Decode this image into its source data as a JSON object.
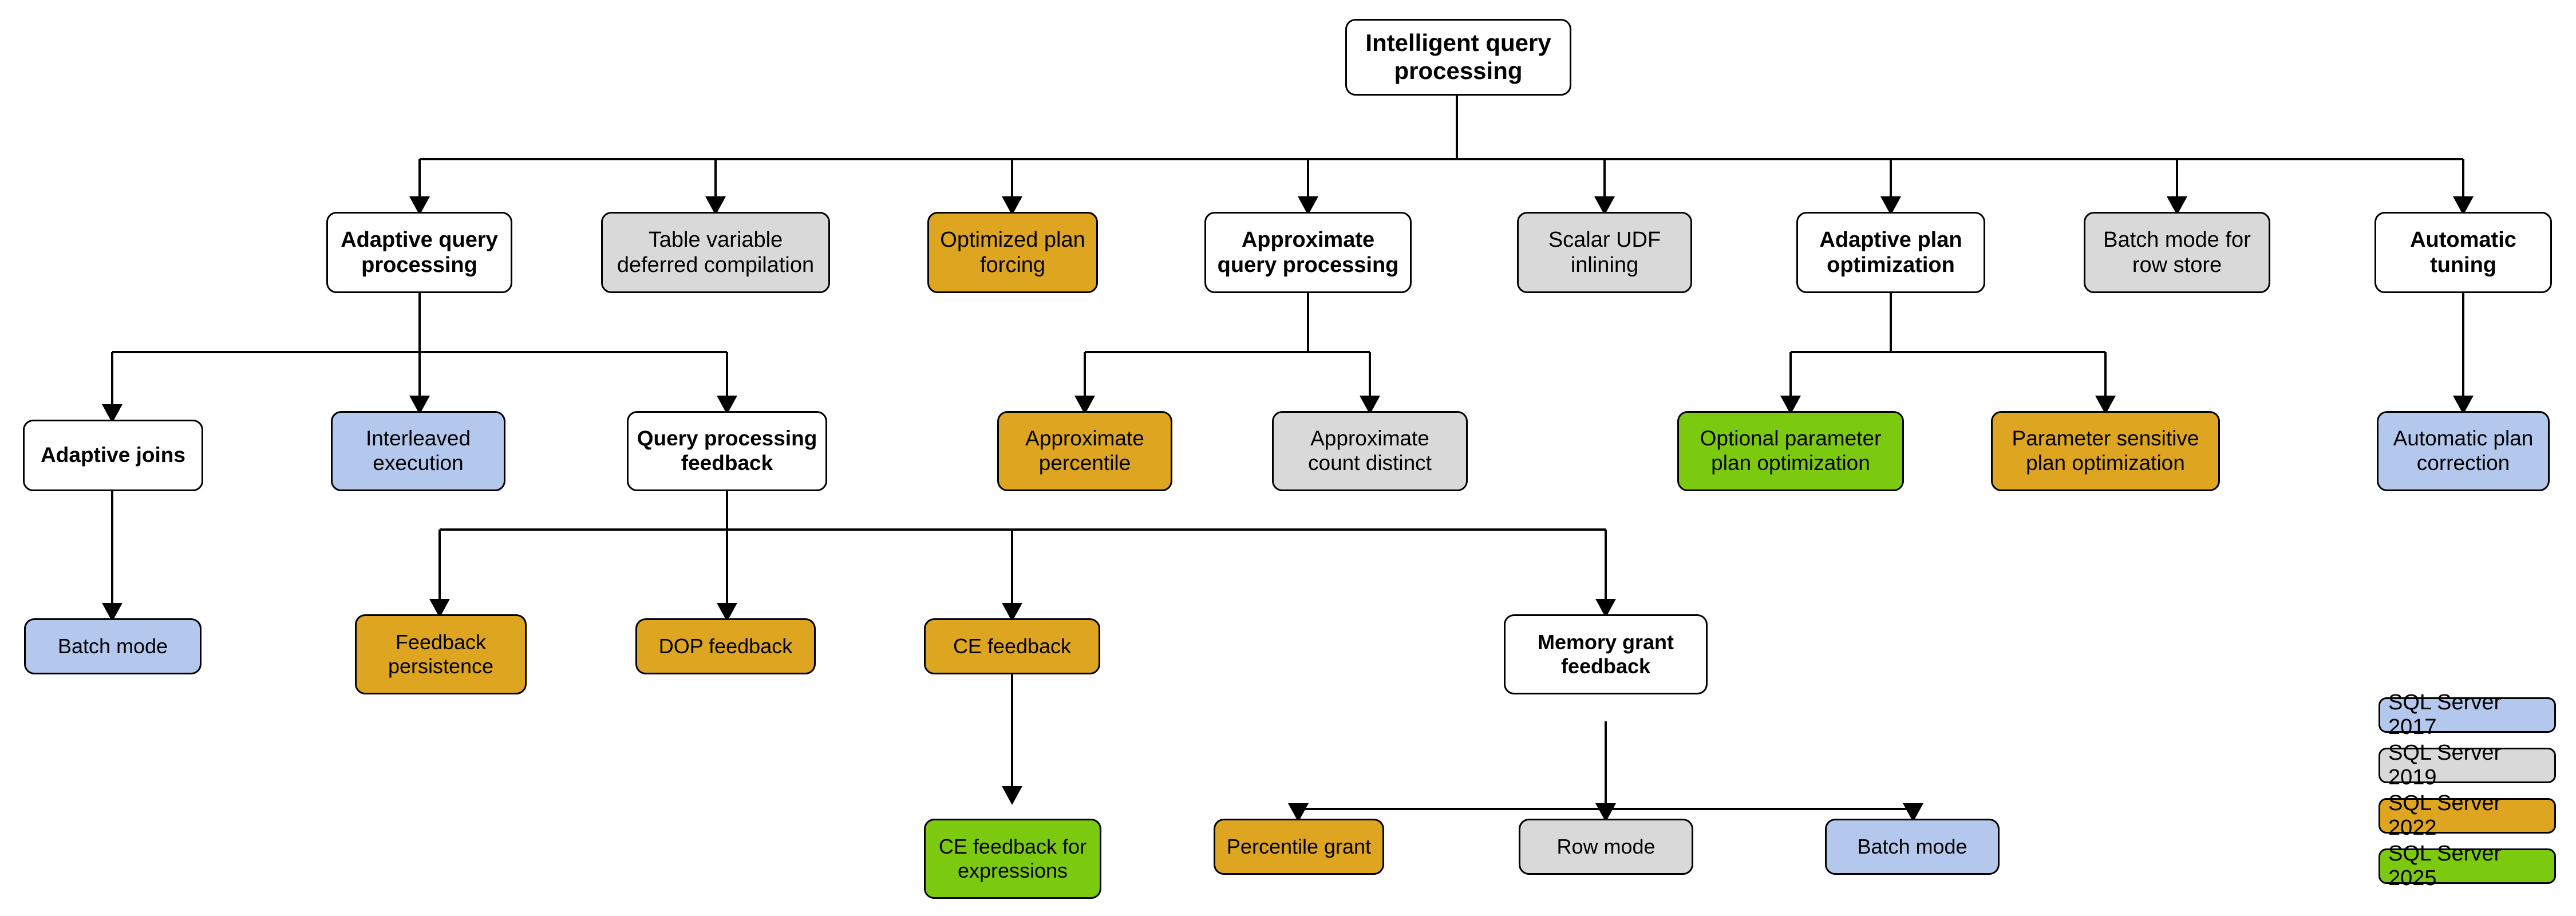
{
  "diagram": {
    "title": "Intelligent query processing",
    "colors": {
      "sql2017": "#b4c7ec",
      "sql2019": "#d9d9d9",
      "sql2022": "#dda520",
      "sql2025": "#7cca10",
      "default": "#ffffff",
      "stroke": "#000000"
    },
    "nodes": {
      "root": "Intelligent query processing",
      "adaptive_query_processing": "Adaptive query\nprocessing",
      "table_variable_deferred_compilation": "Table variable\ndeferred compilation",
      "optimized_plan_forcing": "Optimized plan\nforcing",
      "approximate_query_processing": "Approximate\nquery processing",
      "scalar_udf_inlining": "Scalar UDF\ninlining",
      "adaptive_plan_optimization": "Adaptive plan\noptimization",
      "batch_mode_for_row_store": "Batch mode for\nrow store",
      "automatic_tuning": "Automatic\ntuning",
      "adaptive_joins": "Adaptive joins",
      "interleaved_execution": "Interleaved\nexecution",
      "query_processing_feedback": "Query processing\nfeedback",
      "approximate_percentile": "Approximate\npercentile",
      "approximate_count_distinct": "Approximate\ncount distinct",
      "optional_parameter_plan_optimization": "Optional parameter\nplan optimization",
      "parameter_sensitive_plan_optimization": "Parameter sensitive\nplan optimization",
      "automatic_plan_correction": "Automatic plan\ncorrection",
      "batch_mode": "Batch mode",
      "feedback_persistence": "Feedback\npersistence",
      "dop_feedback": "DOP feedback",
      "ce_feedback": "CE feedback",
      "memory_grant_feedback": "Memory grant\nfeedback",
      "ce_feedback_for_expressions": "CE feedback for\nexpressions",
      "percentile_grant": "Percentile grant",
      "row_mode": "Row mode",
      "batch_mode_grant": "Batch mode"
    },
    "legend": [
      {
        "label": "SQL Server 2017",
        "color": "#b4c7ec"
      },
      {
        "label": "SQL Server 2019",
        "color": "#d9d9d9"
      },
      {
        "label": "SQL Server 2022",
        "color": "#dda520"
      },
      {
        "label": "SQL Server 2025",
        "color": "#7cca10"
      }
    ]
  }
}
